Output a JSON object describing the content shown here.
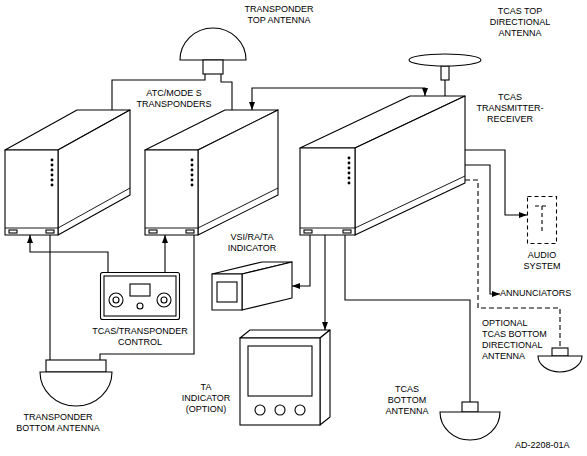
{
  "diagram": {
    "nodes": [
      {
        "text": [
          "TRANSPONDER TOP ANTENNA"
        ]
      },
      {
        "text": [
          "TCAS TOP DIRECTIONAL ANTENNA"
        ]
      },
      {
        "text": [
          "ATC/MODE S TRANSPONDERS"
        ]
      },
      {
        "text": []
      },
      {
        "text": [
          "TCAS TRANSMITTER-RECEIVER"
        ]
      },
      {
        "text": [
          "VSI/RA/TA INDICATOR"
        ]
      },
      {
        "text": [
          "AUDIO SYSTEM"
        ]
      },
      {
        "text": [
          "ANNUNCIATORS"
        ]
      },
      {
        "text": [
          "TCAS/TRANSPONDER CONTROL"
        ]
      },
      {
        "text": [
          "TA INDICATOR (OPTION)"
        ]
      },
      {
        "text": [
          "OPTIONAL TCAS BOTTOM DIRECTIONAL ANTENNA"
        ]
      },
      {
        "text": [
          "TRANSPONDER BOTTOM ANTENNA"
        ]
      },
      {
        "text": [
          "TCAS BOTTOM ANTENNA"
        ]
      }
    ],
    "edges": [
      {
        "from": 0,
        "to": 2,
        "arrow": "none"
      },
      {
        "from": 0,
        "to": 3,
        "arrow": "none"
      },
      {
        "from": 1,
        "to": 4,
        "arrow": "none"
      },
      {
        "from": 3,
        "to": 4,
        "arrow": "both"
      },
      {
        "from": 11,
        "to": 2,
        "arrow": "none"
      },
      {
        "from": 11,
        "to": 3,
        "arrow": "none"
      },
      {
        "from": 8,
        "to": 2,
        "arrow": "to"
      },
      {
        "from": 8,
        "to": 3,
        "arrow": "to"
      },
      {
        "from": 4,
        "to": 5,
        "arrow": "to"
      },
      {
        "from": 4,
        "to": 9,
        "arrow": "to"
      },
      {
        "from": 4,
        "to": 6,
        "arrow": "to"
      },
      {
        "from": 4,
        "to": 7,
        "arrow": "to"
      },
      {
        "from": 4,
        "to": 12,
        "arrow": "none"
      },
      {
        "from": 4,
        "to": 10,
        "arrow": "none"
      }
    ],
    "labels": [
      "AD-2208-01A"
    ]
  }
}
